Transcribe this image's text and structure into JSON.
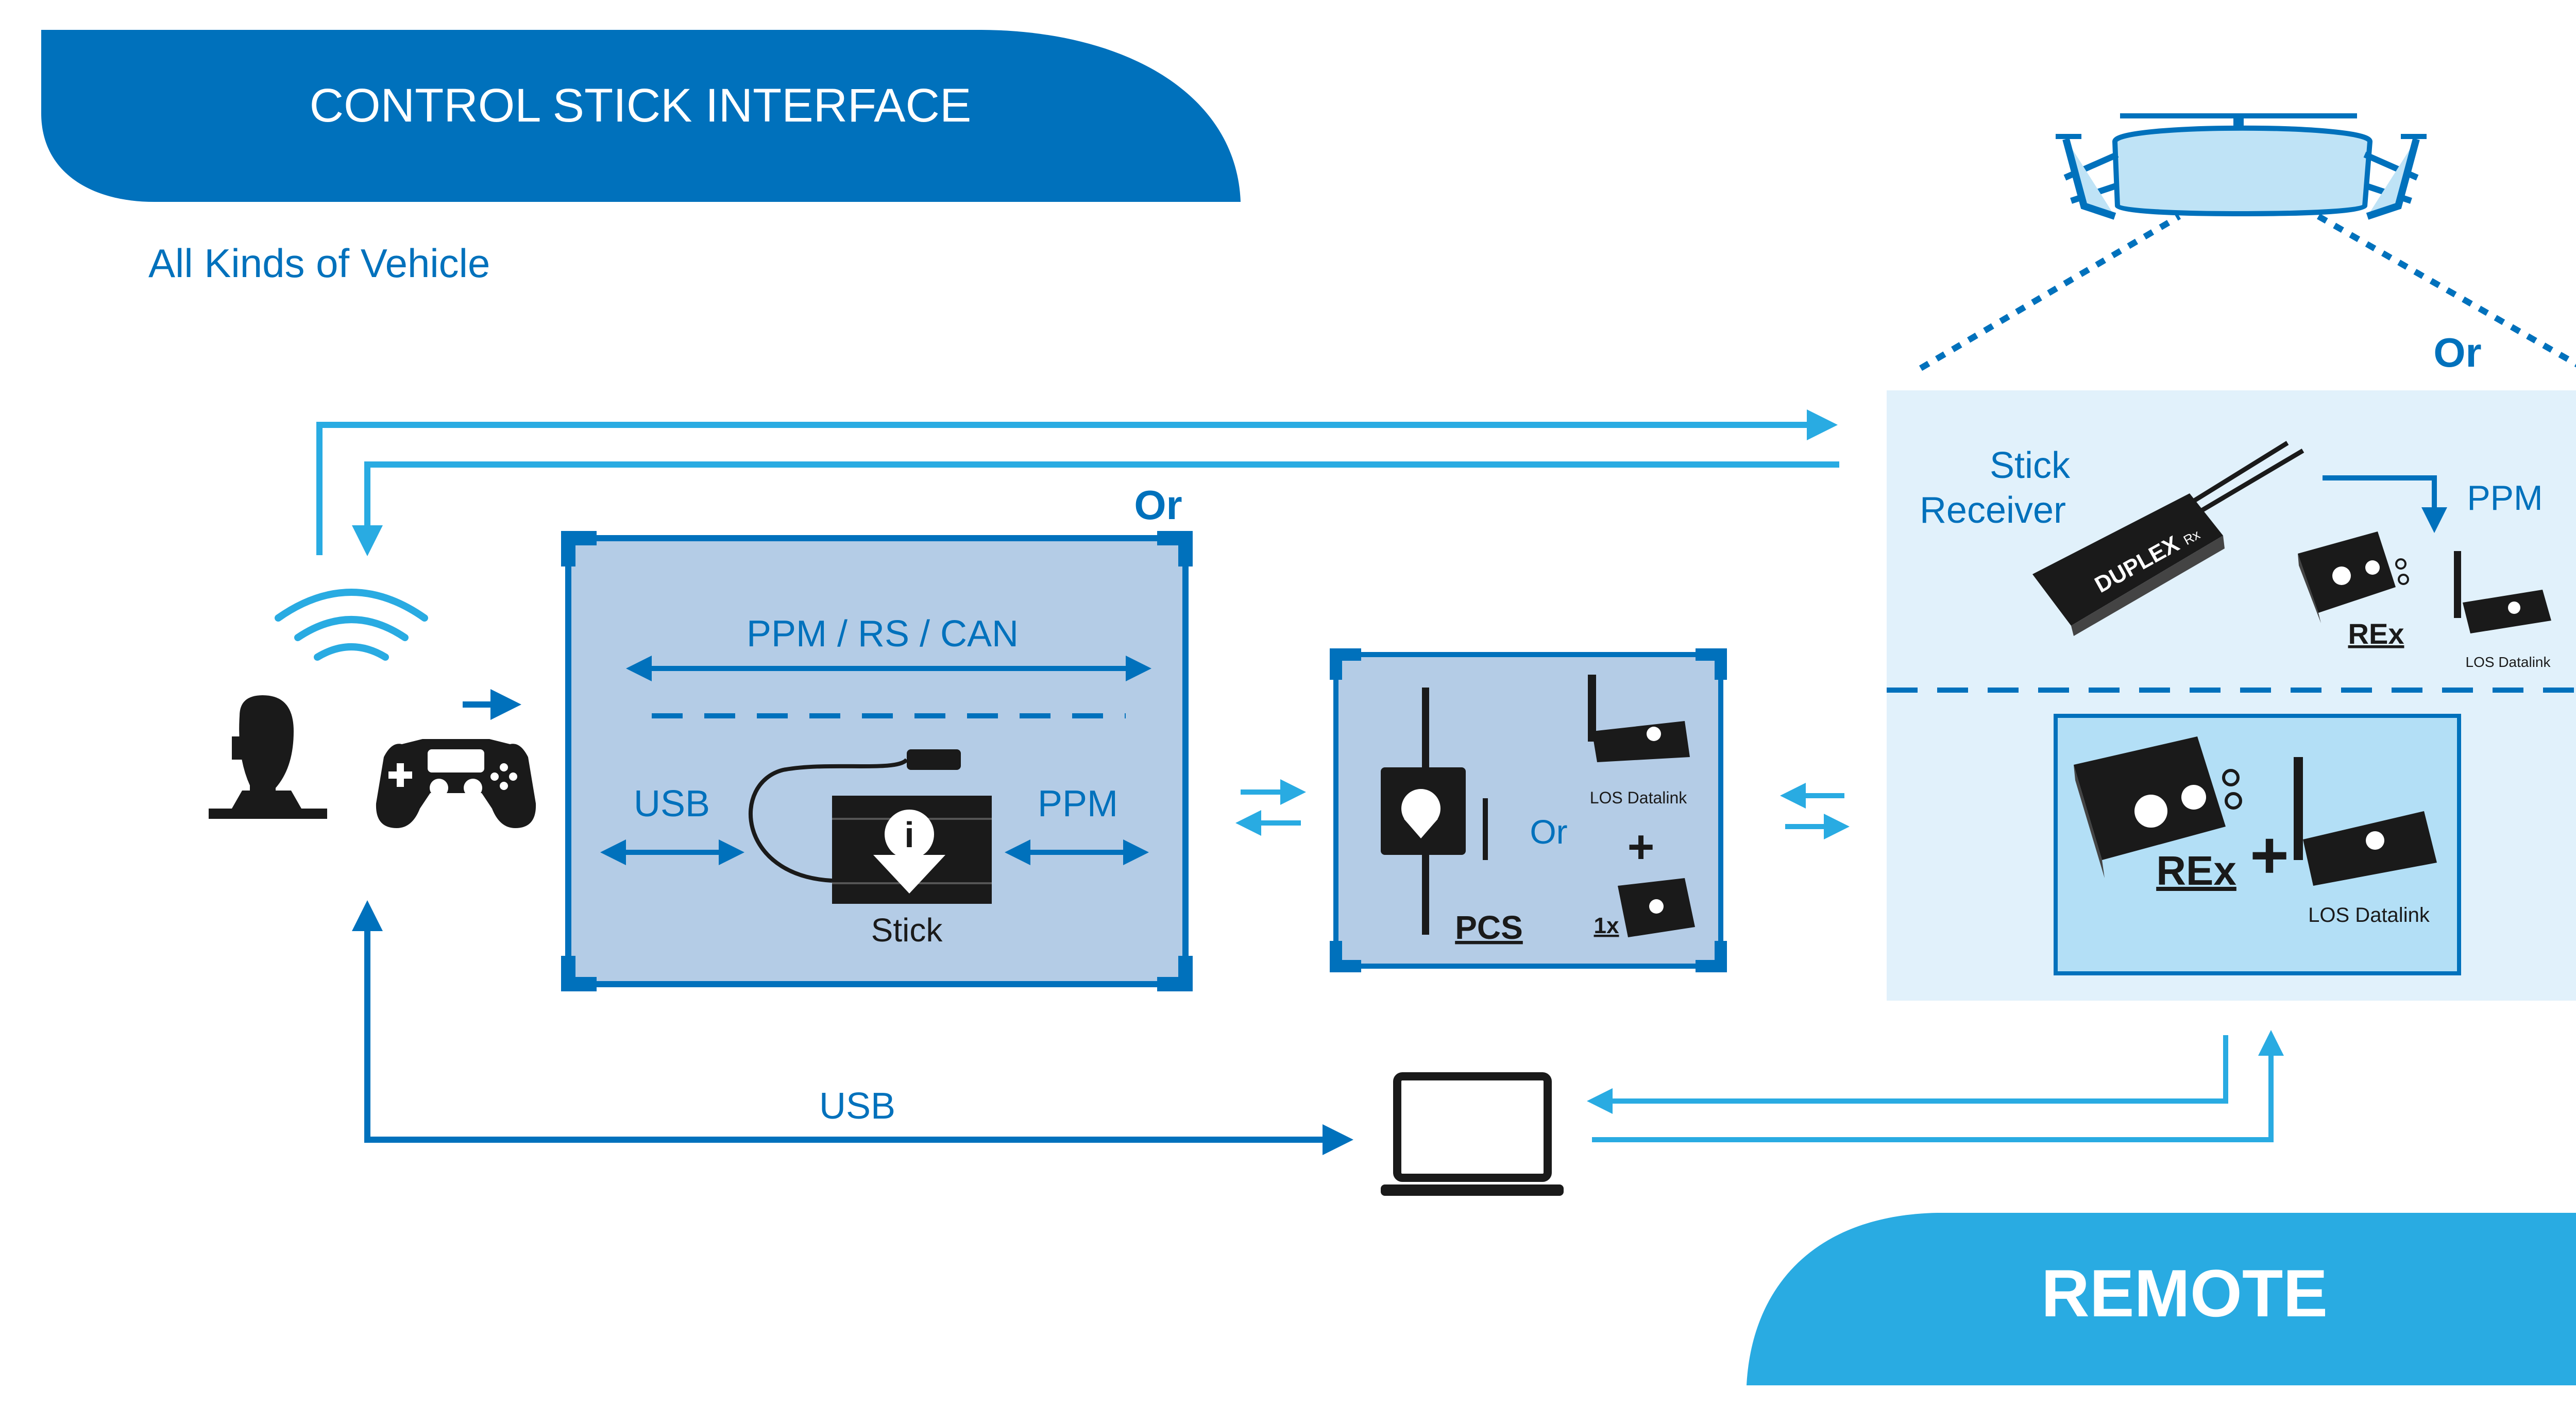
{
  "header": {
    "title": "CONTROL STICK INTERFACE",
    "subtitle": "All Kinds of Vehicle"
  },
  "footer": {
    "label": "REMOTE"
  },
  "labels": {
    "or_stick_box": "Or",
    "or_receiver": "Or",
    "or_pcs": "Or",
    "ppm_rs_can": "PPM / RS / CAN",
    "usb_left": "USB",
    "ppm_right": "PPM",
    "stick": "Stick",
    "pcs": "PCS",
    "los_datalink_pcs": "LOS Datalink",
    "count_1x": "1x",
    "stick_receiver_line1": "Stick",
    "stick_receiver_line2": "Receiver",
    "ppm_receiver": "PPM",
    "rex_small": "REx",
    "los_datalink_small": "LOS Datalink",
    "rex_large": "REx",
    "los_datalink_large": "LOS Datalink",
    "usb_bottom": "USB",
    "plus": "+"
  },
  "device_labels": {
    "stick_label": "i",
    "receiver_brand": "DUPLEX",
    "receiver_model": "Rx"
  },
  "colors": {
    "dark_blue": "#0071BC",
    "light_blue": "#29ABE2",
    "box_mid": "#B4CCE6",
    "box_pale": "#E1F1FB",
    "box_inner": "#B3DFF6",
    "black": "#1A1A1A"
  }
}
